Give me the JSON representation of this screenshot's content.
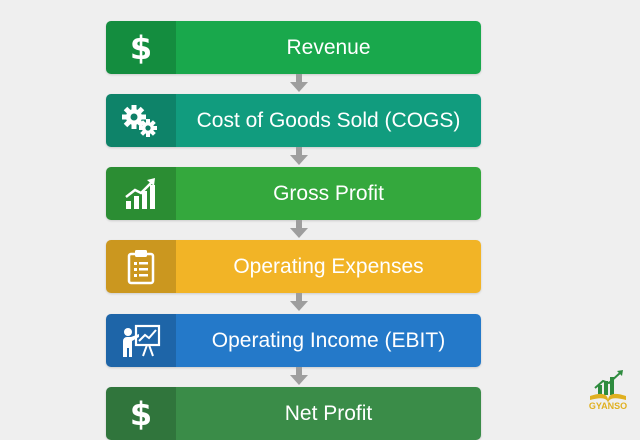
{
  "steps": [
    {
      "label": "Revenue",
      "icon": "dollar-icon",
      "color": "#19a84c"
    },
    {
      "label": "Cost of Goods Sold (COGS)",
      "icon": "gears-icon",
      "color": "#119c7e"
    },
    {
      "label": "Gross Profit",
      "icon": "growth-chart-icon",
      "color": "#34a83d"
    },
    {
      "label": "Operating Expenses",
      "icon": "clipboard-icon",
      "color": "#f2b426"
    },
    {
      "label": "Operating Income (EBIT)",
      "icon": "presenter-chart-icon",
      "color": "#2479c9"
    },
    {
      "label": "Net Profit",
      "icon": "dollar-icon",
      "color": "#3a8c48"
    }
  ],
  "connector_color": "#9e9e9e",
  "logo": {
    "text": "GYANSO",
    "icon": "book-growth-logo-icon"
  }
}
